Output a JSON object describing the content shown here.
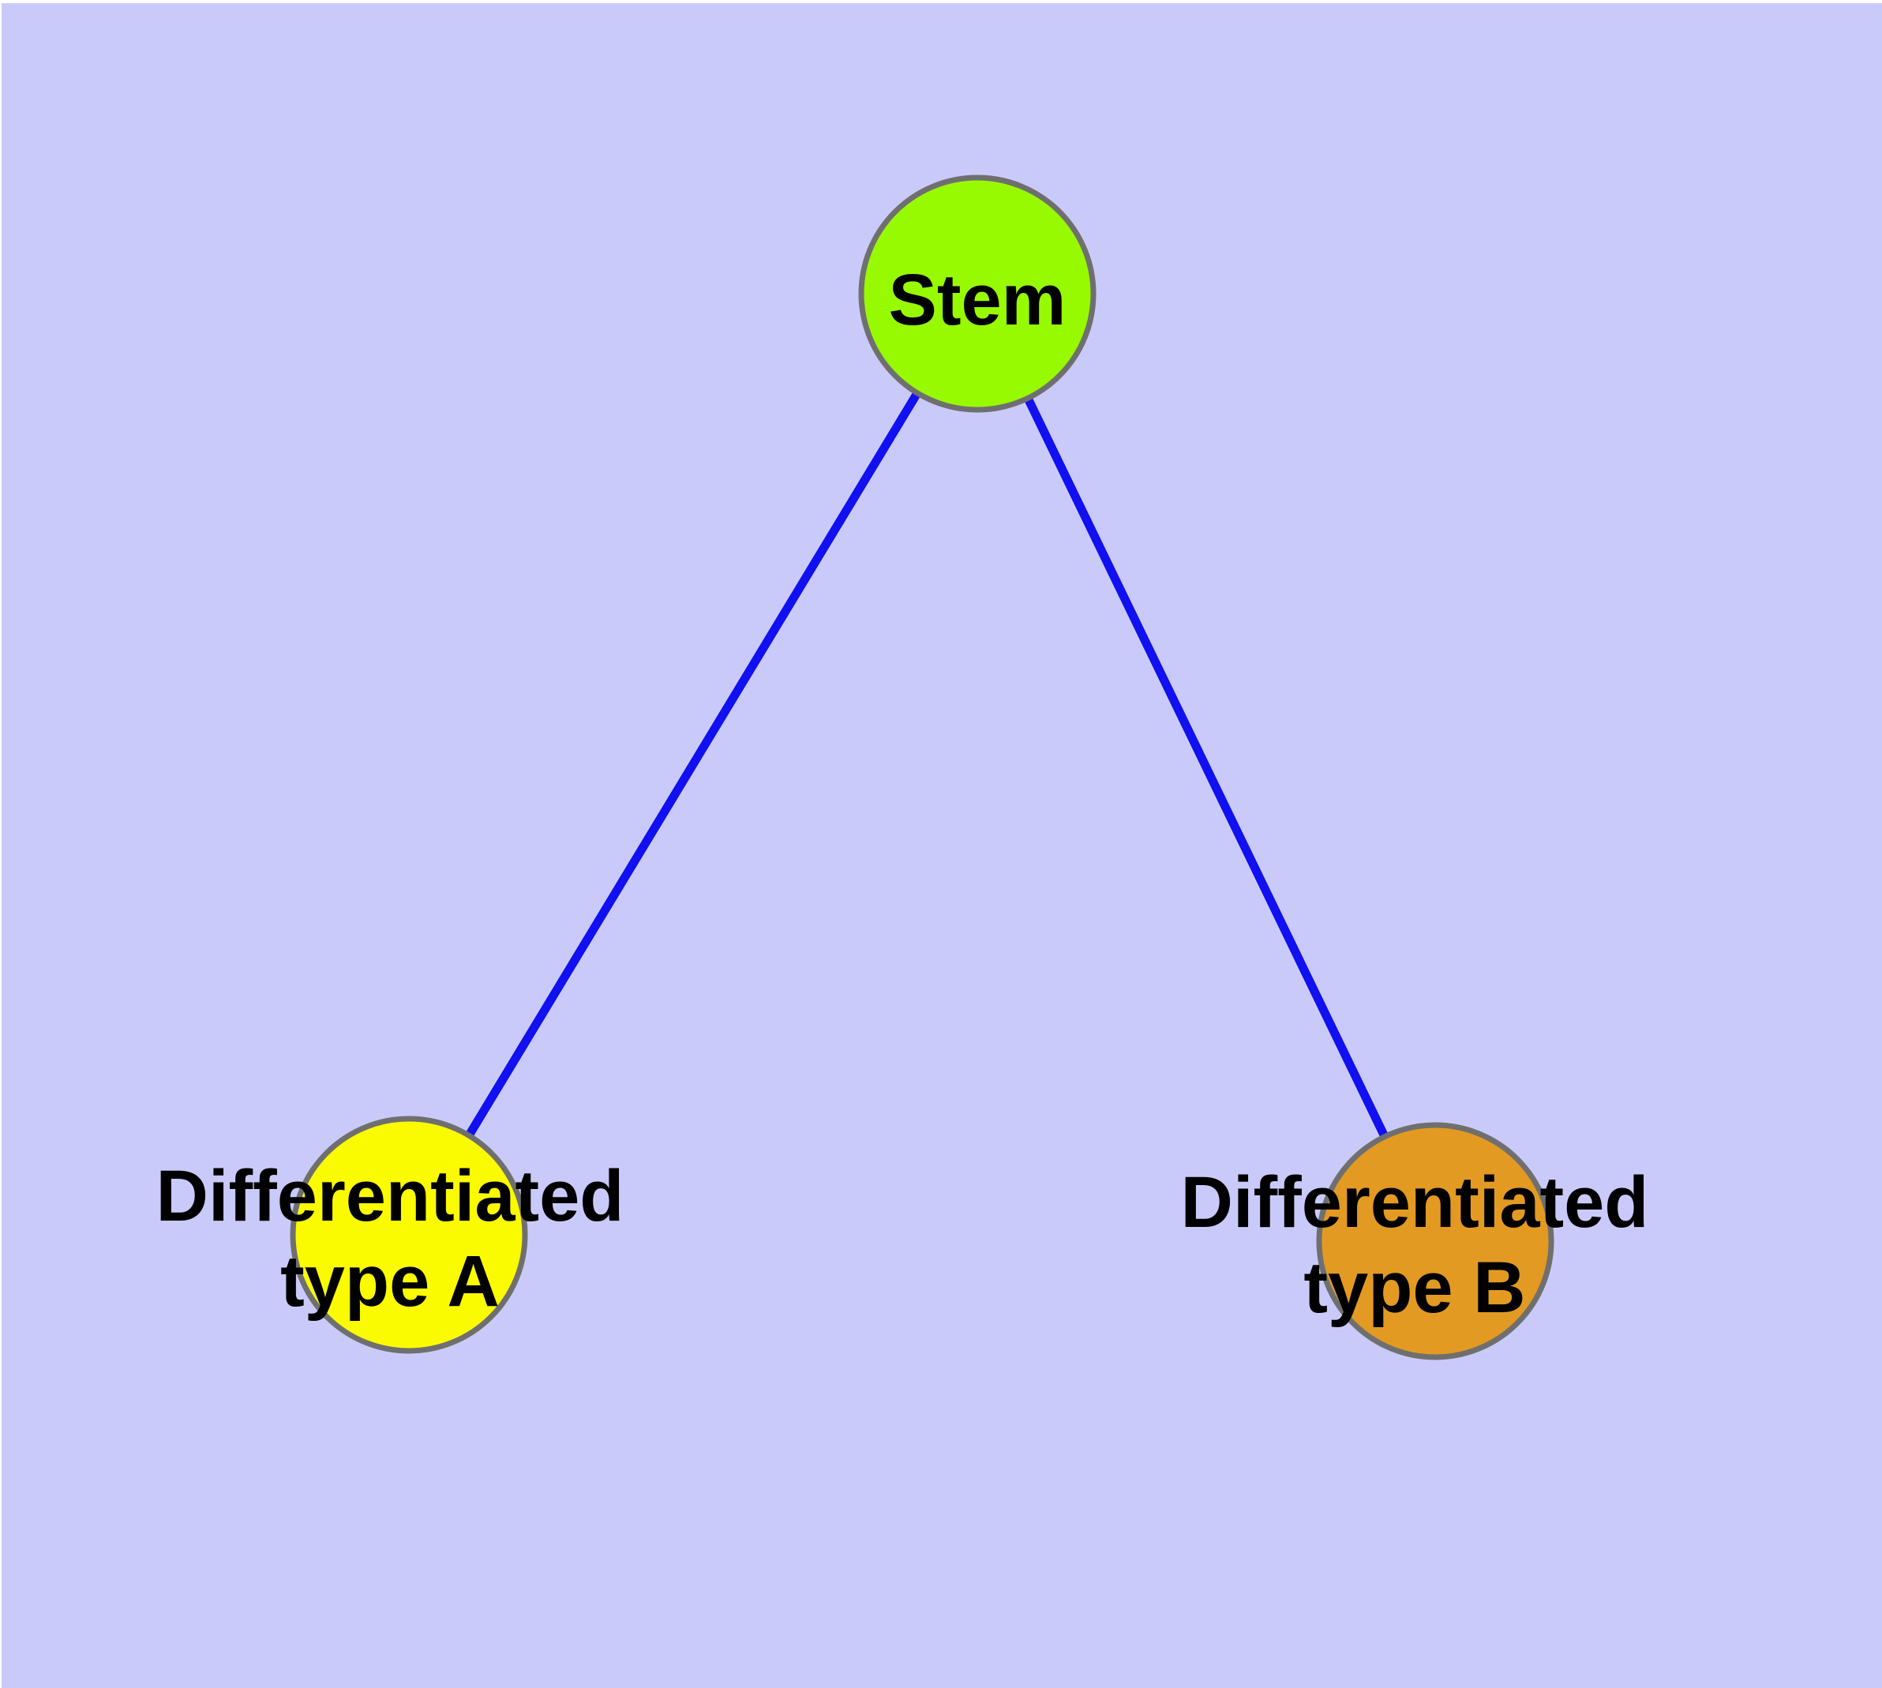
{
  "diagram": {
    "background_color": "#CACAFA",
    "frame_color": "#FFFFFF",
    "edge_color": "#1010F0",
    "node_border_color": "#6F6F6F",
    "nodes": [
      {
        "id": "stem",
        "label": "Stem",
        "fill": "#98FA00"
      },
      {
        "id": "type_a",
        "label_line1": "Differentiated",
        "label_line2": "type A",
        "fill": "#FBFB00"
      },
      {
        "id": "type_b",
        "label_line1": "Differentiated",
        "label_line2": "type B",
        "fill": "#E39A22"
      }
    ],
    "edges": [
      {
        "from": "stem",
        "to": "type_a"
      },
      {
        "from": "stem",
        "to": "type_b"
      }
    ]
  }
}
